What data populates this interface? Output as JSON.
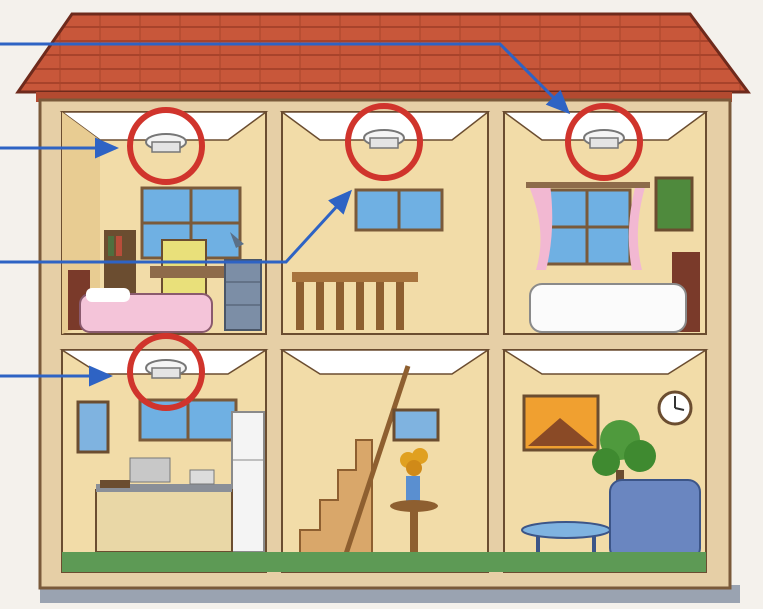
{
  "scene": {
    "type": "illustration",
    "subject": "",
    "colors": {
      "roof": "#c8573a",
      "roof_dark": "#9e3c26",
      "wall_frame": "#e6cfa6",
      "room_wall": "#f2dca8",
      "ceiling": "#ffffff",
      "floor_green": "#5d9a55",
      "detector_ring": "#d0342c",
      "arrow_blue": "#2e63c4"
    },
    "rooms": [
      {
        "id": "bedroom-upper-left",
        "has_detector": true,
        "arrow": "left"
      },
      {
        "id": "hallway-upper-center",
        "has_detector": true,
        "arrow": "diagonal"
      },
      {
        "id": "bedroom-upper-right",
        "has_detector": true,
        "arrow": "top-line"
      },
      {
        "id": "kitchen-lower-left",
        "has_detector": true,
        "arrow": "left"
      },
      {
        "id": "stairwell-lower-center",
        "has_detector": false
      },
      {
        "id": "living-lower-right",
        "has_detector": false
      }
    ],
    "icons": [
      "smoke-detector-icon",
      "window-icon",
      "bed-icon",
      "desk-icon",
      "staircase-icon",
      "plant-icon",
      "clock-icon",
      "picture-frame-icon",
      "fridge-icon",
      "sofa-icon"
    ]
  }
}
